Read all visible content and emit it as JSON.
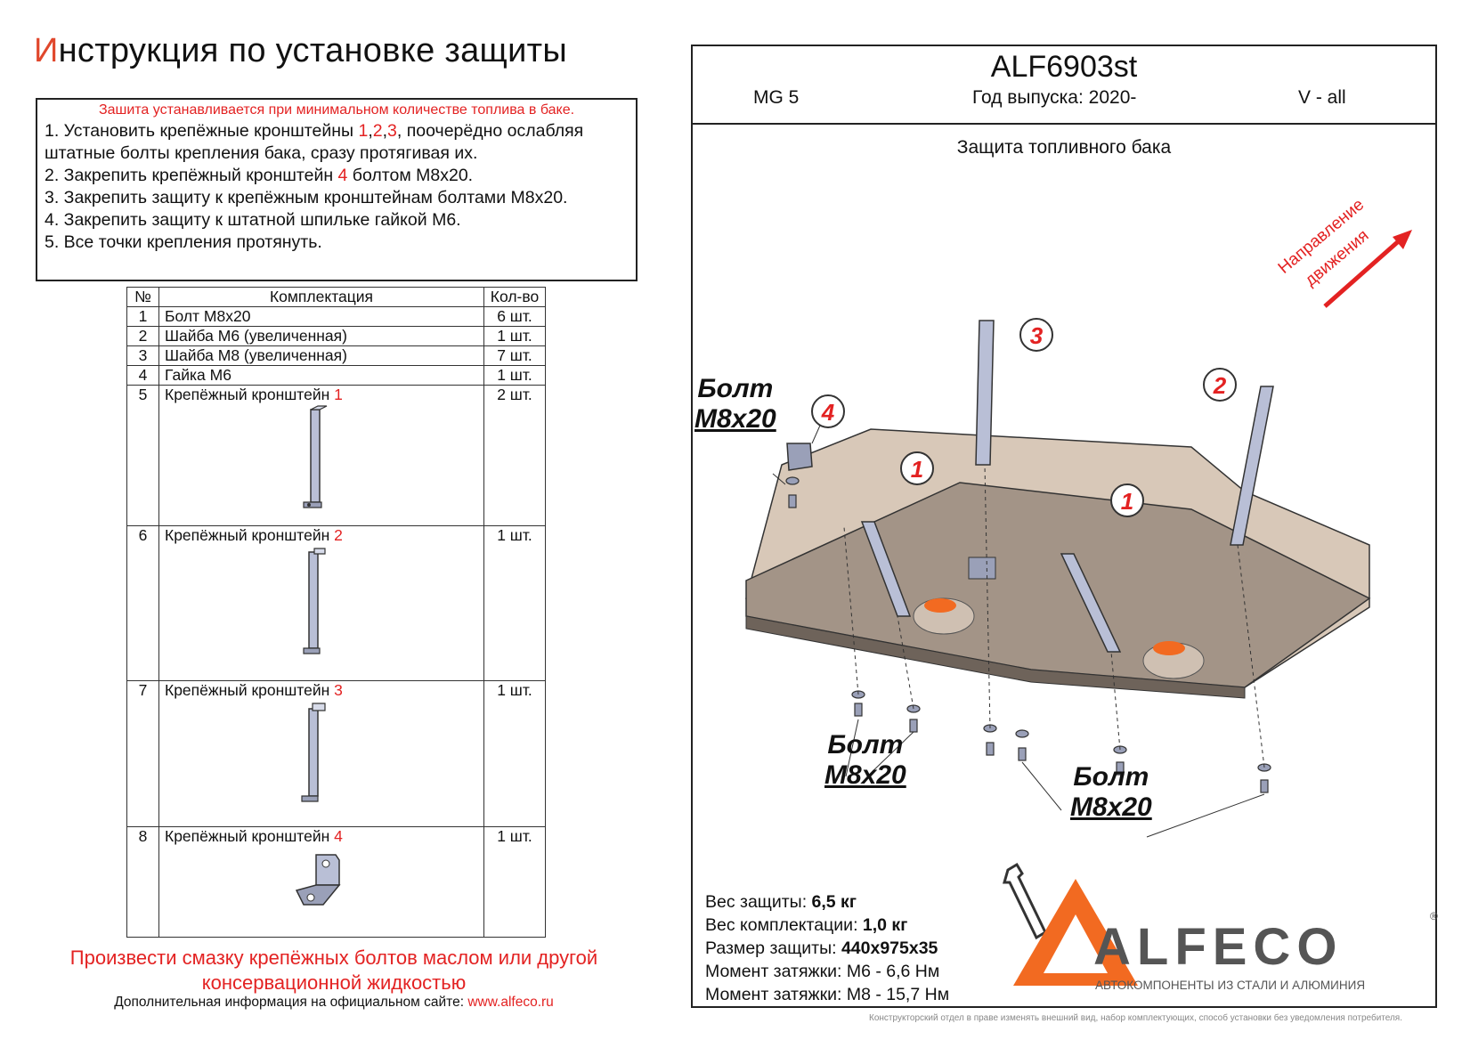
{
  "title": {
    "first_letter": "И",
    "rest": "нструкция по установке защиты"
  },
  "notice": {
    "warning": "Зашита устанавливается при минимальном количестве топлива в баке.",
    "steps": [
      {
        "pre": "1. Установить крепёжные кронштейны ",
        "red": "1",
        "sep1": ",",
        "red2": "2",
        "sep2": ",",
        "red3": "3",
        "post": ", поочерёдно ослабляя штатные болты крепления бака, сразу протягивая их."
      },
      {
        "pre": "2. Закрепить крепёжный кронштейн ",
        "red": "4",
        "post": " болтом М8х20."
      },
      {
        "text": "3. Закрепить защиту к крепёжным кронштейнам болтами М8х20."
      },
      {
        "text": "4. Закрепить защиту к штатной шпильке гайкой М6."
      },
      {
        "text": "5. Все точки крепления протянуть."
      }
    ]
  },
  "parts_table": {
    "headers": {
      "num": "№",
      "name": "Комплектация",
      "qty": "Кол-во"
    },
    "rows": [
      {
        "num": "1",
        "name": "Болт М8х20",
        "qty": "6 шт."
      },
      {
        "num": "2",
        "name": "Шайба М6 (увеличенная)",
        "qty": "1 шт."
      },
      {
        "num": "3",
        "name": "Шайба М8 (увеличенная)",
        "qty": "7 шт."
      },
      {
        "num": "4",
        "name": "Гайка М6",
        "qty": "1 шт."
      },
      {
        "num": "5",
        "name": "Крепёжный кронштейн ",
        "red": "1",
        "qty": "2 шт."
      },
      {
        "num": "6",
        "name": "Крепёжный кронштейн ",
        "red": "2",
        "qty": "1 шт."
      },
      {
        "num": "7",
        "name": "Крепёжный кронштейн ",
        "red": "3",
        "qty": "1 шт."
      },
      {
        "num": "8",
        "name": "Крепёжный кронштейн ",
        "red": "4",
        "qty": "1 шт."
      }
    ]
  },
  "lube_note": "Произвести смазку крепёжных болтов маслом или другой консервационной жидкостью",
  "site_note": {
    "text": "Дополнительная информация на официальном сайте: ",
    "link": "www.alfeco.ru"
  },
  "sheet": {
    "code": "ALF6903st",
    "model": "MG 5",
    "year": "Год выпуска: 2020-",
    "version": "V - all",
    "subtitle": "Защита топливного бака",
    "direction": [
      "Направление",
      "движения"
    ],
    "callouts": {
      "bolt_label": "Болт",
      "bolt_size": "М8х20"
    },
    "numbers": [
      "1",
      "1",
      "2",
      "3",
      "4"
    ],
    "specs": [
      {
        "label": "Вес защиты: ",
        "value": "6,5 кг"
      },
      {
        "label": "Вес комплектации: ",
        "value": "1,0 кг"
      },
      {
        "label": "Размер защиты: ",
        "value": "440х975х35"
      },
      {
        "label": "Момент затяжки:  ",
        "value": "М6 - 6,6 Нм"
      },
      {
        "label": "Момент затяжки:  ",
        "value": "М8 - 15,7 Нм"
      }
    ]
  },
  "brand": {
    "name": "ALFECO",
    "tagline": "АВТОКОМПОНЕНТЫ ИЗ СТАЛИ И АЛЮМИНИЯ",
    "reg": "®"
  },
  "disclaimer": "Конструкторский отдел в праве изменять внешний вид, набор комплектующих, способ установки без уведомления потребителя.",
  "colors": {
    "accent_red": "#e32222",
    "brand_orange": "#f26a21",
    "plate": "#a39487",
    "bracket": "#b9bfd6"
  }
}
